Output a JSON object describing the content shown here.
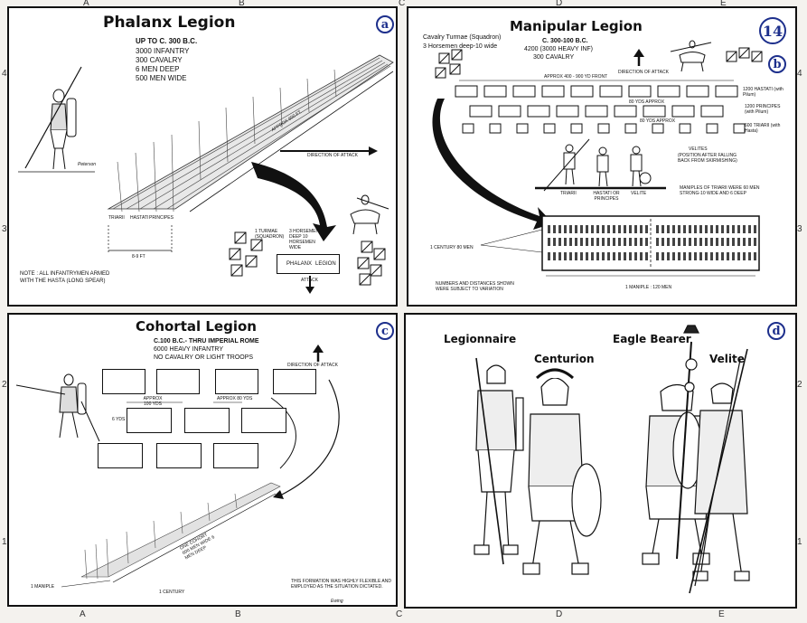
{
  "grid": {
    "letters_top": [
      "A",
      "B",
      "C",
      "D",
      "E"
    ],
    "letters_bottom": [
      "A",
      "B",
      "C",
      "D",
      "E"
    ],
    "numbers_left": [
      "4",
      "3",
      "2",
      "1"
    ],
    "numbers_right": [
      "4",
      "3",
      "2",
      "1"
    ]
  },
  "page_number": "14",
  "panel_a": {
    "badge": "a",
    "title": "Phalanx Legion",
    "subtitle": "UP TO C. 300 B.C.",
    "lines": [
      "3000 INFANTRY",
      "300 CAVALRY",
      "6 MEN DEEP",
      "500 MEN WIDE"
    ],
    "front_label": "APPROX 600 FT.",
    "direction": "DIRECTION OF ATTACK",
    "ranks": [
      "TRIARII",
      "HASTATI",
      "PRINCIPES"
    ],
    "depth": "8-9 FT",
    "turma_label": "1 TURMAE (SQUADRON)",
    "horsemen": "3 HORSEMEN DEEP 10 HORSEMEN WIDE",
    "legion_box": [
      "PHALANX",
      "LEGION"
    ],
    "attack": "ATTACK",
    "note": "NOTE : ALL INFANTRYMEN ARMED WITH THE HASTA (LONG SPEAR)",
    "signature": "Peterson"
  },
  "panel_b": {
    "badge": "b",
    "title": "Manipular Legion",
    "cavalry": "Cavalry Turmae (Squadron)",
    "horsemen": "3 Horsemen deep-10 wide",
    "date": "C. 300-100 B.C.",
    "infantry": "4200 (3000 HEAVY INF)",
    "cavalry_count": "300 CAVALRY",
    "direction": "DIRECTION OF ATTACK",
    "front": "APPROX 400 - 900 YD FRONT",
    "gap1": "80 YDS APPROX",
    "gap2": "80 YDS APPROX",
    "row_labels": [
      "1200 HASTATI (with Pilum)",
      "1200 PRINCIPES (with Pilum)",
      "600 TRIARII (with Hasta)"
    ],
    "velites": "VELITES",
    "velites_note": "(POSITION AFTER FALLING BACK FROM SKIRMISHING)",
    "soldiers": [
      "TRIARII",
      "HASTATI OR PRINCIPES",
      "VELITE"
    ],
    "maniple_note": "MANIPLES OF TRIARII WERE 60 MEN STRONG-10 WIDE AND 6 DEEP",
    "century": "1 CENTURY 80 MEN",
    "maniple": "1 MANIPLE : 120 MEN",
    "variation": "NUMBERS AND DISTANCES SHOWN WERE SUBJECT TO VARIATION"
  },
  "panel_c": {
    "badge": "c",
    "title": "Cohortal Legion",
    "date": "C.100 B.C.- THRU IMPERIAL ROME",
    "infantry": "6000 HEAVY INFANTRY",
    "no_cavalry": "NO CAVALRY OR LIGHT TROOPS",
    "direction": "DIRECTION OF ATTACK",
    "gap1": "APPROX 100 YDS",
    "gap2": "APPROX 80 YDS",
    "depth": "6 YDS",
    "cohort": "ONE COHORT 600 MEN WIDE 6 MEN DEEP",
    "maniple": "1 MANIPLE",
    "century": "1 CENTURY",
    "flex": "THIS FORMATION WAS HIGHLY FLEXIBLE AND EMPLOYED AS THE SITUATION DICTATED.",
    "signature": "Ewing"
  },
  "panel_d": {
    "badge": "d",
    "labels": [
      "Legionnaire",
      "Centurion",
      "Eagle Bearer",
      "Velite"
    ]
  }
}
